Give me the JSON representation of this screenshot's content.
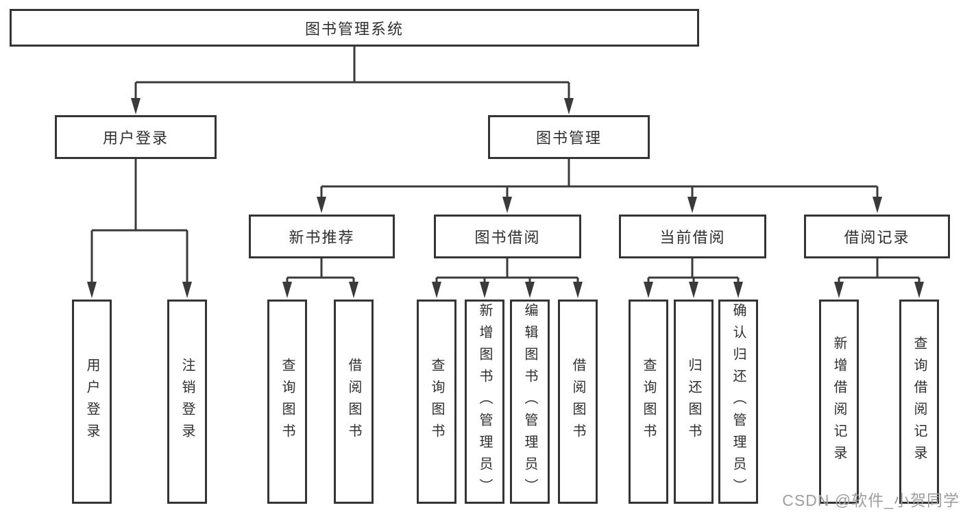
{
  "diagram": {
    "root": {
      "label": "图书管理系统"
    },
    "branches": {
      "user_login": {
        "label": "用户登录",
        "children": [
          "用户登录",
          "注销登录"
        ]
      },
      "book_management": {
        "label": "图书管理",
        "children": {
          "new_book_recommend": {
            "label": "新书推荐",
            "children": [
              "查询图书",
              "借阅图书"
            ]
          },
          "book_borrow": {
            "label": "图书借阅",
            "children": [
              "查询图书",
              "新增图书（管理员）",
              "编辑图书（管理员）",
              "借阅图书"
            ]
          },
          "current_borrow": {
            "label": "当前借阅",
            "children": [
              "查询图书",
              "归还图书",
              "确认归还（管理员）"
            ]
          },
          "borrow_records": {
            "label": "借阅记录",
            "children": [
              "新增借阅记录",
              "查询借阅记录"
            ]
          }
        }
      }
    },
    "watermark": "CSDN @软件_小贺同学",
    "colors": {
      "line": "#3a3a3a",
      "border": "#343434",
      "text": "#2f2f2f",
      "watermark": "#9e9e9e",
      "background": "#ffffff"
    }
  }
}
